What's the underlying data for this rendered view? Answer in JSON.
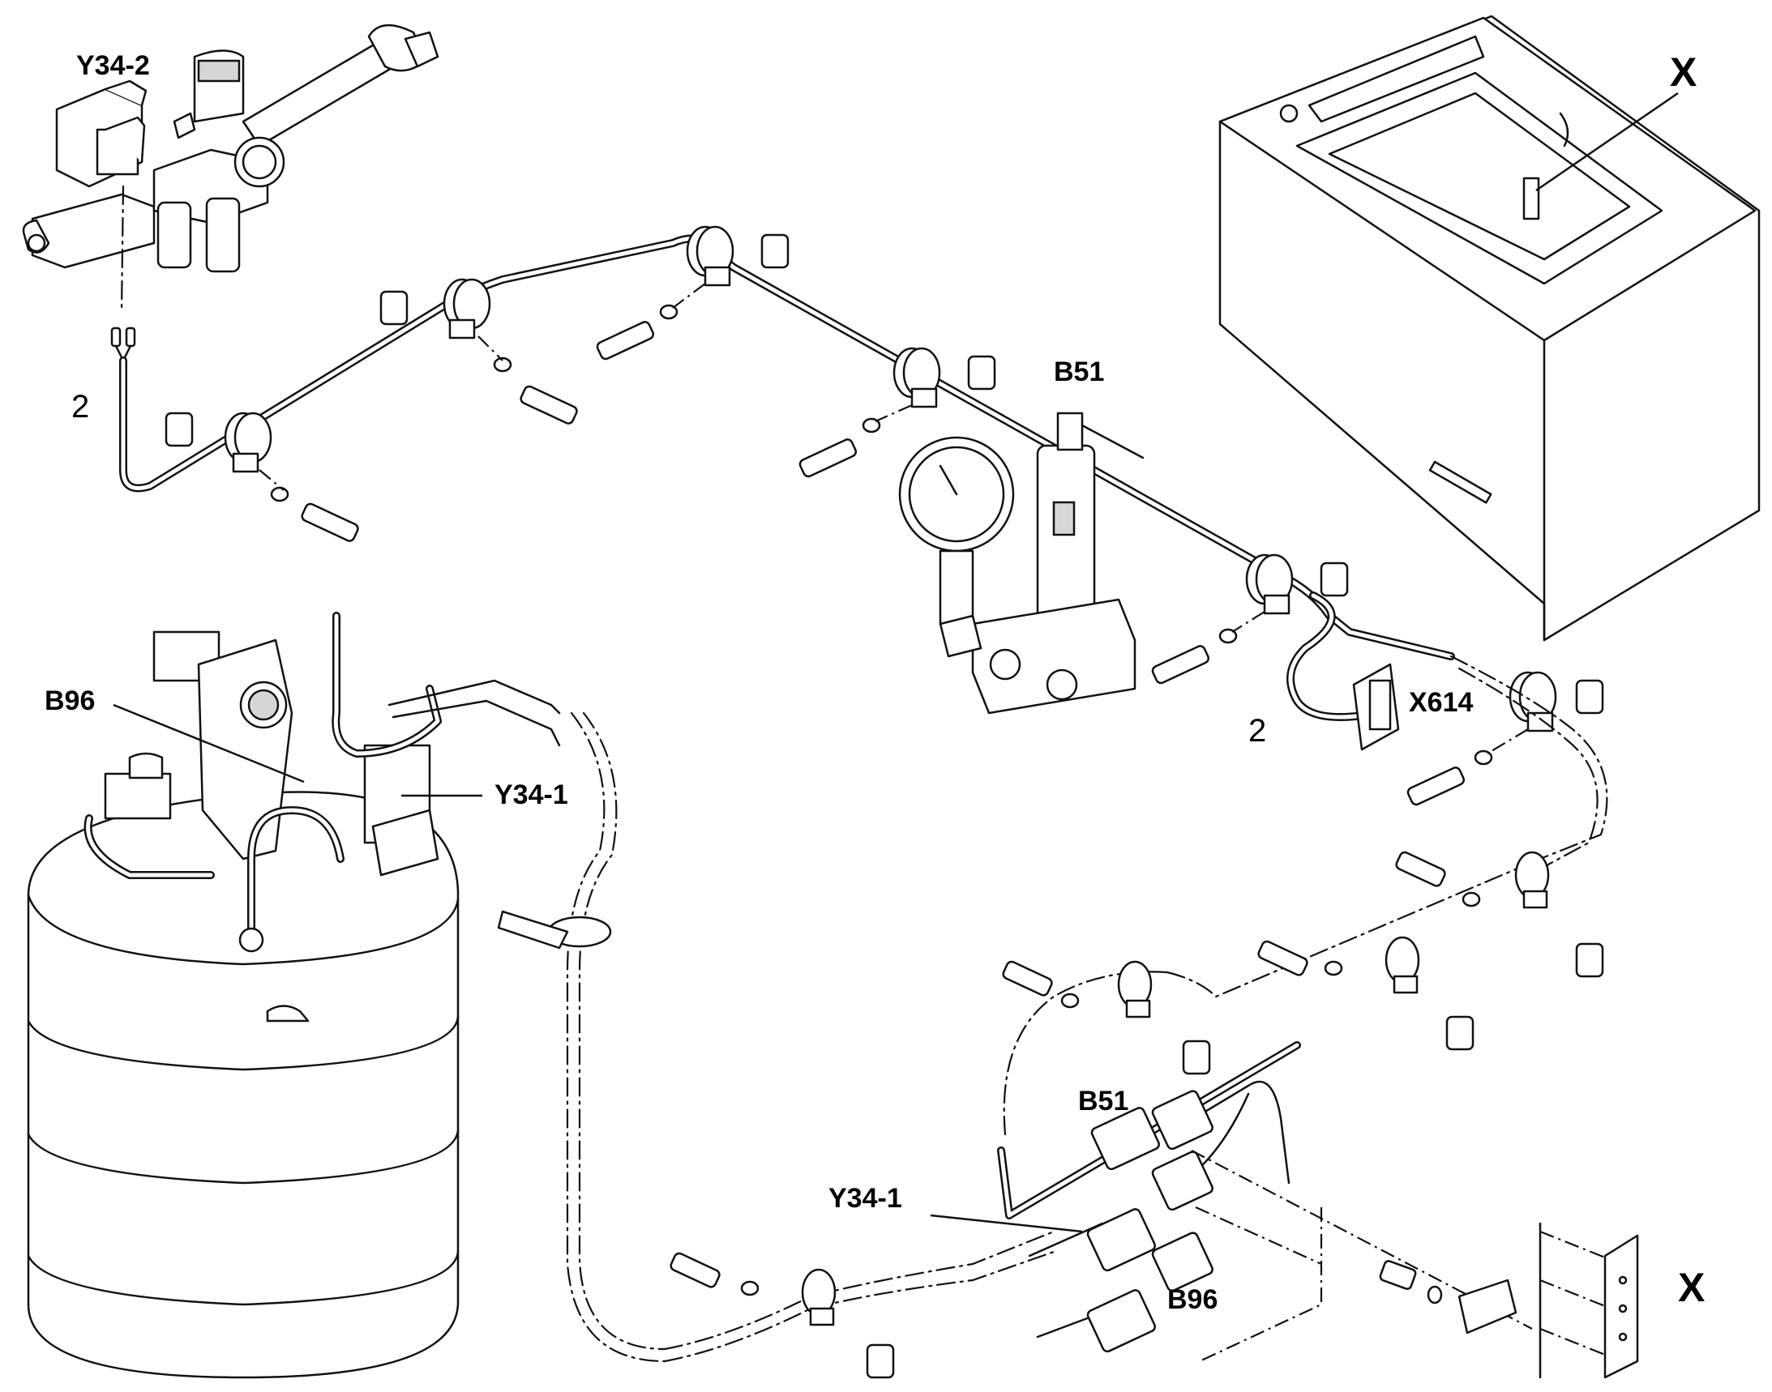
{
  "labels": {
    "y34_2": "Y34-2",
    "x_top": "X",
    "b51_top": "B51",
    "num_2_left": "2",
    "num_2_right": "2",
    "x614": "X614",
    "b96_left": "B96",
    "y34_1_tank": "Y34-1",
    "b51_bottom": "B51",
    "y34_1_bottom": "Y34-1",
    "b96_bottom": "B96",
    "x_bottom": "X"
  }
}
